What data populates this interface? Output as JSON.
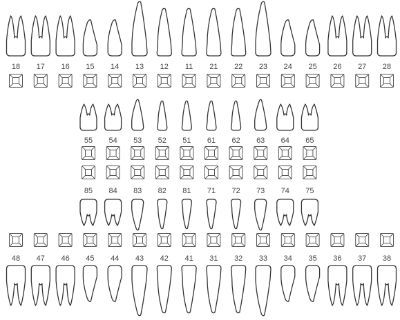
{
  "chart": {
    "upper_permanent": [
      "18",
      "17",
      "16",
      "15",
      "14",
      "13",
      "12",
      "11",
      "21",
      "22",
      "23",
      "24",
      "25",
      "26",
      "27",
      "28"
    ],
    "upper_deciduous": [
      "55",
      "54",
      "53",
      "52",
      "51",
      "61",
      "62",
      "63",
      "64",
      "65"
    ],
    "lower_deciduous": [
      "85",
      "84",
      "83",
      "82",
      "81",
      "71",
      "72",
      "73",
      "74",
      "75"
    ],
    "lower_permanent": [
      "48",
      "47",
      "46",
      "45",
      "44",
      "43",
      "42",
      "41",
      "31",
      "32",
      "33",
      "34",
      "35",
      "36",
      "37",
      "38"
    ]
  },
  "colors": {
    "outline": "#333333",
    "label": "#444444",
    "background": "#ffffff"
  },
  "icons": {
    "tooth": "tooth-outline-icon",
    "surface_selector": "tooth-surface-selector-icon"
  }
}
